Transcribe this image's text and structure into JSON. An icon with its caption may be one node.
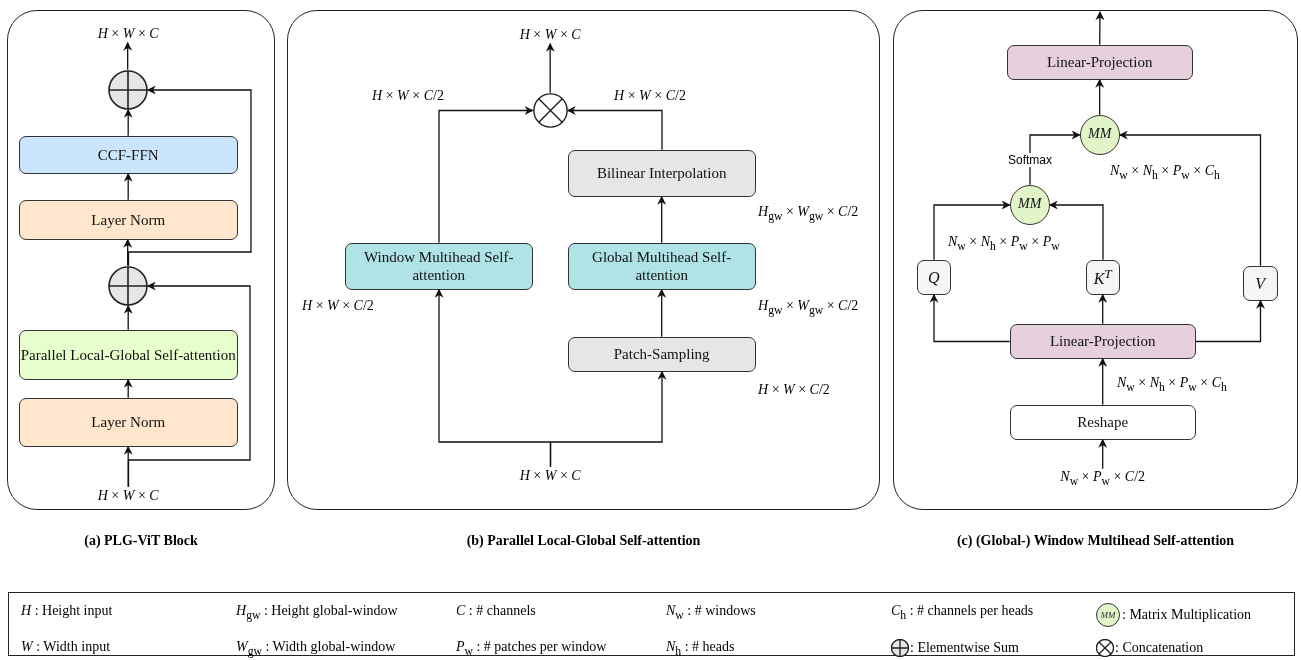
{
  "diagram": {
    "nodes": [
      {
        "text": [
          "(a) PLG-ViT Block"
        ]
      },
      {
        "text": [],
        "shape": "circle",
        "in": 0
      },
      {
        "text": [
          "CCF-FFN"
        ],
        "in": 0
      },
      {
        "text": [
          "Layer Norm"
        ],
        "in": 0
      },
      {
        "text": [],
        "shape": "circle",
        "in": 0
      },
      {
        "text": [
          "Parallel Local-Global Self-attention"
        ],
        "in": 0
      },
      {
        "text": [
          "Layer Norm"
        ],
        "in": 0
      },
      {
        "text": [
          "(b) Parallel Local-Global Self-attention"
        ]
      },
      {
        "text": [],
        "shape": "circle",
        "in": 7
      },
      {
        "text": [
          "Bilinear Interpolation"
        ],
        "in": 7
      },
      {
        "text": [
          "Window Multihead Self-attention"
        ],
        "in": 7
      },
      {
        "text": [
          "Global Multihead Self-attention"
        ],
        "in": 7
      },
      {
        "text": [
          "Patch-Sampling"
        ],
        "in": 7
      },
      {
        "text": [
          "(c) (Global-) Window Multihead Self-attention"
        ]
      },
      {
        "text": [
          "Linear-Projection"
        ],
        "in": 13
      },
      {
        "text": [
          "MM"
        ],
        "in": 13
      },
      {
        "text": [
          "MM"
        ],
        "in": 13
      },
      {
        "text": [
          "Q"
        ],
        "in": 13
      },
      {
        "text": [
          "K$^{T}$"
        ],
        "in": 13
      },
      {
        "text": [
          "V"
        ],
        "in": 13
      },
      {
        "text": [
          "Linear-Projection"
        ],
        "in": 13
      },
      {
        "text": [
          "Reshape"
        ],
        "in": 13
      },
      {
        "text": [
          "*H* × *W* × *C*"
        ],
        "in": 0
      },
      {
        "text": [
          "*H* × *W* × *C*"
        ],
        "in": 0
      },
      {
        "text": [
          "*H* × *W* × *C*"
        ],
        "in": 7
      },
      {
        "text": [
          "*H* × *W* × *C*"
        ],
        "in": 7
      },
      {
        "text": [
          "*N*$_{w}$ × *P*$_{w}$ × *C*/2"
        ],
        "in": 13
      }
    ],
    "edges": [
      {
        "from": 1,
        "to": 22,
        "arrow": "to"
      },
      {
        "from": 23,
        "to": 6,
        "arrow": "to"
      },
      {
        "from": 6,
        "to": 5,
        "arrow": "to"
      },
      {
        "from": 5,
        "to": 4,
        "arrow": "to"
      },
      {
        "from": 4,
        "to": 3,
        "arrow": "to"
      },
      {
        "from": 3,
        "to": 2,
        "arrow": "to"
      },
      {
        "from": 2,
        "to": 1,
        "arrow": "to"
      },
      {
        "from": 23,
        "to": 4,
        "arrow": "to"
      },
      {
        "from": 4,
        "to": 1,
        "arrow": "to"
      },
      {
        "from": 8,
        "to": 24,
        "arrow": "to"
      },
      {
        "from": 25,
        "to": 10,
        "arrow": "to"
      },
      {
        "from": 25,
        "to": 12,
        "arrow": "to"
      },
      {
        "from": 12,
        "to": 11,
        "arrow": "to"
      },
      {
        "from": 11,
        "to": 9,
        "arrow": "to"
      },
      {
        "from": 9,
        "to": 8,
        "arrow": "to"
      },
      {
        "from": 10,
        "to": 8,
        "arrow": "to"
      },
      {
        "from": 14,
        "to": null,
        "arrow": "to"
      },
      {
        "from": 15,
        "to": 14,
        "arrow": "to"
      },
      {
        "from": 16,
        "to": 15,
        "arrow": "to",
        "label": "Softmax"
      },
      {
        "from": 19,
        "to": 15,
        "arrow": "to"
      },
      {
        "from": 17,
        "to": 16,
        "arrow": "to"
      },
      {
        "from": 18,
        "to": 16,
        "arrow": "to"
      },
      {
        "from": 20,
        "to": 17,
        "arrow": "to"
      },
      {
        "from": 20,
        "to": 18,
        "arrow": "to"
      },
      {
        "from": 20,
        "to": 19,
        "arrow": "to"
      },
      {
        "from": 21,
        "to": 20,
        "arrow": "to"
      },
      {
        "from": 26,
        "to": 21,
        "arrow": "to"
      }
    ],
    "labels": [
      "*H* × *W* × *C*/2",
      "*H* × *W* × *C*/2",
      "*H*$_{gw}$ × *W*$_{gw}$ × *C*/2",
      "*H* × *W* × *C*/2",
      "*H*$_{gw}$ × *W*$_{gw}$ × *C*/2",
      "*H* × *W* × *C*/2",
      "*N*$_{w}$ × *N*$_{h}$ × *P*$_{w}$ × *C*$_{h}$",
      "*N*$_{w}$ × *N*$_{h}$ × *P*$_{w}$ × *P*$_{w}$",
      "*N*$_{w}$ × *N*$_{h}$ × *P*$_{w}$ × *C*$_{h}$",
      "MM"
    ],
    "legend": [
      {
        "text": "*H* : Height input"
      },
      {
        "text": "*H*$_{gw}$ : Height global-window"
      },
      {
        "text": "*C* : # channels"
      },
      {
        "text": "*N*$_{w}$ : # windows"
      },
      {
        "text": "*C*$_{h}$ : # channels per heads"
      },
      {
        "text": ": Matrix Multiplication",
        "color": "#e1f5c8"
      },
      {
        "text": "*W* : Width input"
      },
      {
        "text": "*W*$_{gw}$ : Width global-window"
      },
      {
        "text": "*P*$_{w}$ : # patches per window"
      },
      {
        "text": "*N*$_{h}$ : # heads"
      },
      {
        "text": ": Elementwise Sum"
      },
      {
        "text": ": Concatenation"
      }
    ]
  }
}
